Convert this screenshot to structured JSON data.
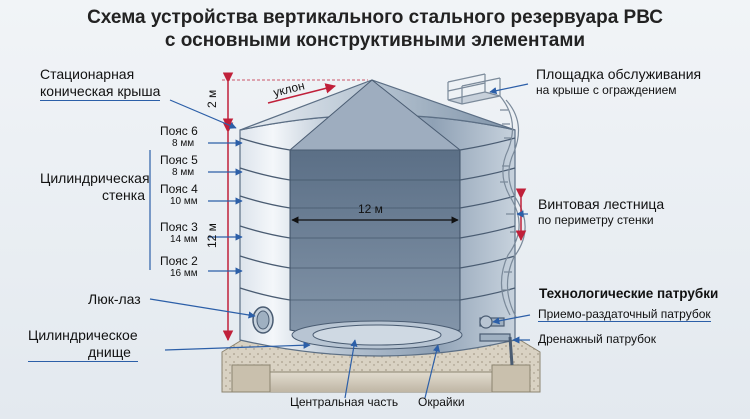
{
  "title": {
    "line1": "Схема устройства вертикального стального резервуара РВС",
    "line2": "с основными конструктивными элементами"
  },
  "left_labels": {
    "roof_1": "Стационарная",
    "roof_2": "коническая крыша",
    "wall_1": "Цилиндрическая",
    "wall_2": "стенка",
    "hatch": "Люк-лаз",
    "bottom_1": "Цилиндрическое",
    "bottom_2": "днище"
  },
  "belts": [
    {
      "name": "Пояс 6",
      "thickness": "8 мм"
    },
    {
      "name": "Пояс 5",
      "thickness": "8 мм"
    },
    {
      "name": "Пояс 4",
      "thickness": "10 мм"
    },
    {
      "name": "Пояс 3",
      "thickness": "14 мм"
    },
    {
      "name": "Пояс 2",
      "thickness": "16 мм"
    }
  ],
  "dimensions": {
    "roof_height": "2 м",
    "wall_height": "12 м",
    "diameter": "12 м",
    "slope": "уклон"
  },
  "right_labels": {
    "platform_1": "Площадка обслуживания",
    "platform_2": "на крыше с ограждением",
    "stairs_1": "Винтовая лестница",
    "stairs_2": "по периметру стенки",
    "nozzles": "Технологические патрубки",
    "receive": "Приемо-раздаточный патрубок",
    "drain": "Дренажный патрубок"
  },
  "bottom_labels": {
    "center": "Центральная часть",
    "edges": "Окрайки"
  }
}
